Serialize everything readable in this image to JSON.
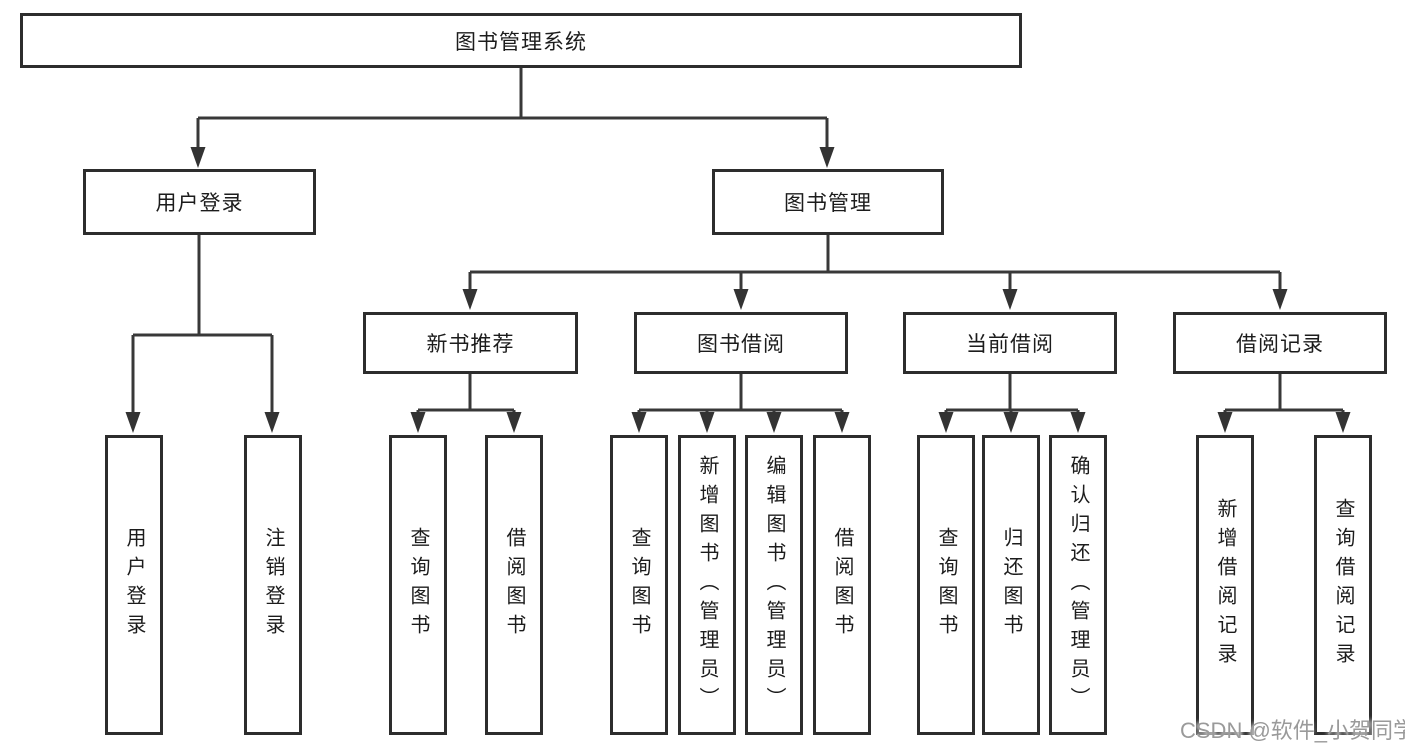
{
  "watermark": {
    "text": "CSDN @软件_小贺同学"
  },
  "colors": {
    "line": "#383838",
    "box_border": "#2d2d2d",
    "text": "#1c1c1c",
    "watermark": "#9a9a9a",
    "background": "#ffffff"
  },
  "nodes": {
    "root": {
      "label": "图书管理系统",
      "level": 1
    },
    "user_login": {
      "label": "用户登录",
      "level": 2
    },
    "book_mgmt": {
      "label": "图书管理",
      "level": 2
    },
    "new_book_rec": {
      "label": "新书推荐",
      "level": 3
    },
    "book_borrow": {
      "label": "图书借阅",
      "level": 3
    },
    "current_borrow": {
      "label": "当前借阅",
      "level": 3
    },
    "borrow_record": {
      "label": "借阅记录",
      "level": 3
    },
    "ul_login": {
      "label": "用户登录",
      "level": 4
    },
    "ul_logout": {
      "label": "注销登录",
      "level": 4
    },
    "nb_query": {
      "label": "查询图书",
      "level": 4
    },
    "nb_borrow": {
      "label": "借阅图书",
      "level": 4
    },
    "bb_query": {
      "label": "查询图书",
      "level": 4
    },
    "bb_add": {
      "label": "新增图书（管理员）",
      "level": 4
    },
    "bb_edit": {
      "label": "编辑图书（管理员）",
      "level": 4
    },
    "bb_borrow": {
      "label": "借阅图书",
      "level": 4
    },
    "cb_query": {
      "label": "查询图书",
      "level": 4
    },
    "cb_return": {
      "label": "归还图书",
      "level": 4
    },
    "cb_confirm": {
      "label": "确认归还（管理员）",
      "level": 4
    },
    "br_add": {
      "label": "新增借阅记录",
      "level": 4
    },
    "br_query": {
      "label": "查询借阅记录",
      "level": 4
    }
  },
  "edges": [
    [
      "root",
      "user_login"
    ],
    [
      "root",
      "book_mgmt"
    ],
    [
      "user_login",
      "ul_login"
    ],
    [
      "user_login",
      "ul_logout"
    ],
    [
      "book_mgmt",
      "new_book_rec"
    ],
    [
      "book_mgmt",
      "book_borrow"
    ],
    [
      "book_mgmt",
      "current_borrow"
    ],
    [
      "book_mgmt",
      "borrow_record"
    ],
    [
      "new_book_rec",
      "nb_query"
    ],
    [
      "new_book_rec",
      "nb_borrow"
    ],
    [
      "book_borrow",
      "bb_query"
    ],
    [
      "book_borrow",
      "bb_add"
    ],
    [
      "book_borrow",
      "bb_edit"
    ],
    [
      "book_borrow",
      "bb_borrow"
    ],
    [
      "current_borrow",
      "cb_query"
    ],
    [
      "current_borrow",
      "cb_return"
    ],
    [
      "current_borrow",
      "cb_confirm"
    ],
    [
      "borrow_record",
      "br_add"
    ],
    [
      "borrow_record",
      "br_query"
    ]
  ]
}
